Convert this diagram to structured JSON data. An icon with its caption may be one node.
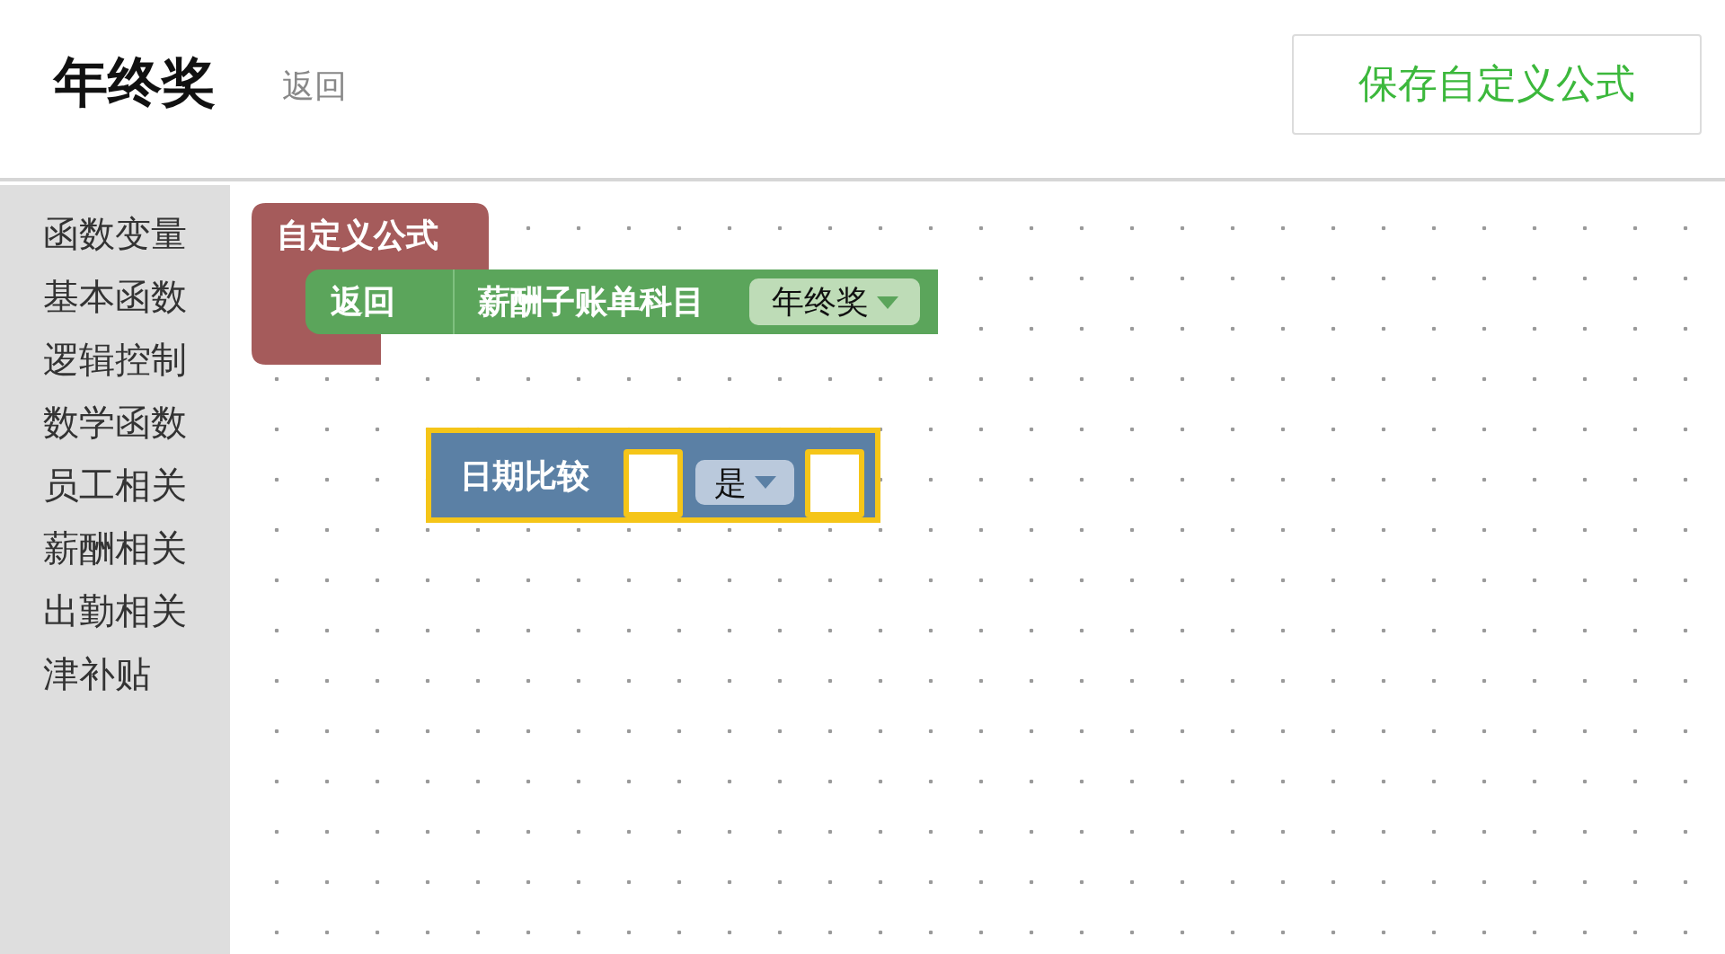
{
  "diagram": {
    "title": "年终奖",
    "nodes": [
      {
        "text": [
          "自定义公式"
        ]
      },
      {
        "text": [
          "返回"
        ],
        "in": 0
      },
      {
        "text": [
          "薪酬子账单科目"
        ]
      },
      {
        "text": [
          "年终奖"
        ],
        "in": 2
      },
      {
        "text": [
          "日期比较"
        ]
      },
      {
        "text": [],
        "shape": "box",
        "in": 4
      },
      {
        "text": [
          "是"
        ],
        "in": 4
      },
      {
        "text": [],
        "shape": "box",
        "in": 4
      }
    ],
    "labels": [
      "返回",
      "保存自定义公式",
      "函数变量",
      "基本函数",
      "逻辑控制",
      "数学函数",
      "员工相关",
      "薪酬相关",
      "出勤相关",
      "津补贴"
    ]
  }
}
